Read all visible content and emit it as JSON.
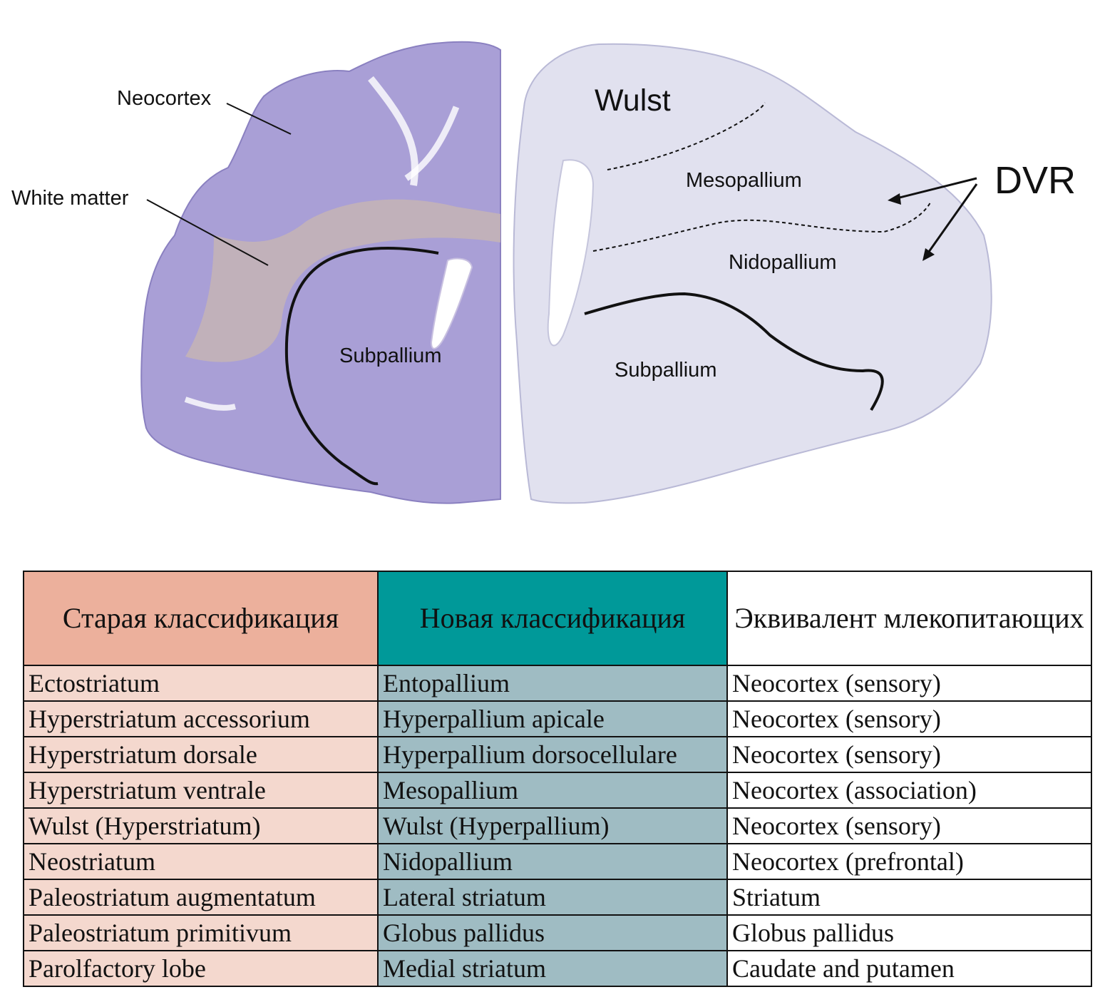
{
  "colors": {
    "old_header": "#ecb09c",
    "new_header": "#009999",
    "old_cell": "#f4d8ce",
    "new_cell": "#9fbcc3",
    "mammal_cell": "#ffffff",
    "mammal_tissue": "#a99fd6",
    "bird_tissue": "#e1e1ef"
  },
  "mammal_section": {
    "neocortex_label": "Neocortex",
    "white_matter_label": "White matter",
    "subpallium_label": "Subpallium"
  },
  "bird_section": {
    "wulst_label": "Wulst",
    "mesopallium_label": "Mesopallium",
    "nidopallium_label": "Nidopallium",
    "subpallium_label": "Subpallium",
    "dvr_label": "DVR"
  },
  "table": {
    "headers": {
      "old": "Старая классификация",
      "new": "Новая классификация",
      "mammal": "Эквивалент млекопитающих"
    },
    "rows": [
      {
        "old": "Ectostriatum",
        "new": "Entopallium",
        "mammal": "Neocortex (sensory)"
      },
      {
        "old": "Hyperstriatum accessorium",
        "new": "Hyperpallium apicale",
        "mammal": "Neocortex (sensory)"
      },
      {
        "old": "Hyperstriatum dorsale",
        "new": "Hyperpallium dorsocellulare",
        "mammal": "Neocortex (sensory)"
      },
      {
        "old": "Hyperstriatum ventrale",
        "new": "Mesopallium",
        "mammal": "Neocortex (association)"
      },
      {
        "old": "Wulst (Hyperstriatum)",
        "new": "Wulst (Hyperpallium)",
        "mammal": "Neocortex (sensory)"
      },
      {
        "old": "Neostriatum",
        "new": "Nidopallium",
        "mammal": "Neocortex (prefrontal)"
      },
      {
        "old": "Paleostriatum augmentatum",
        "new": "Lateral striatum",
        "mammal": "Striatum"
      },
      {
        "old": "Paleostriatum primitivum",
        "new": "Globus pallidus",
        "mammal": "Globus pallidus"
      },
      {
        "old": "Parolfactory lobe",
        "new": "Medial striatum",
        "mammal": "Caudate and putamen"
      }
    ]
  }
}
